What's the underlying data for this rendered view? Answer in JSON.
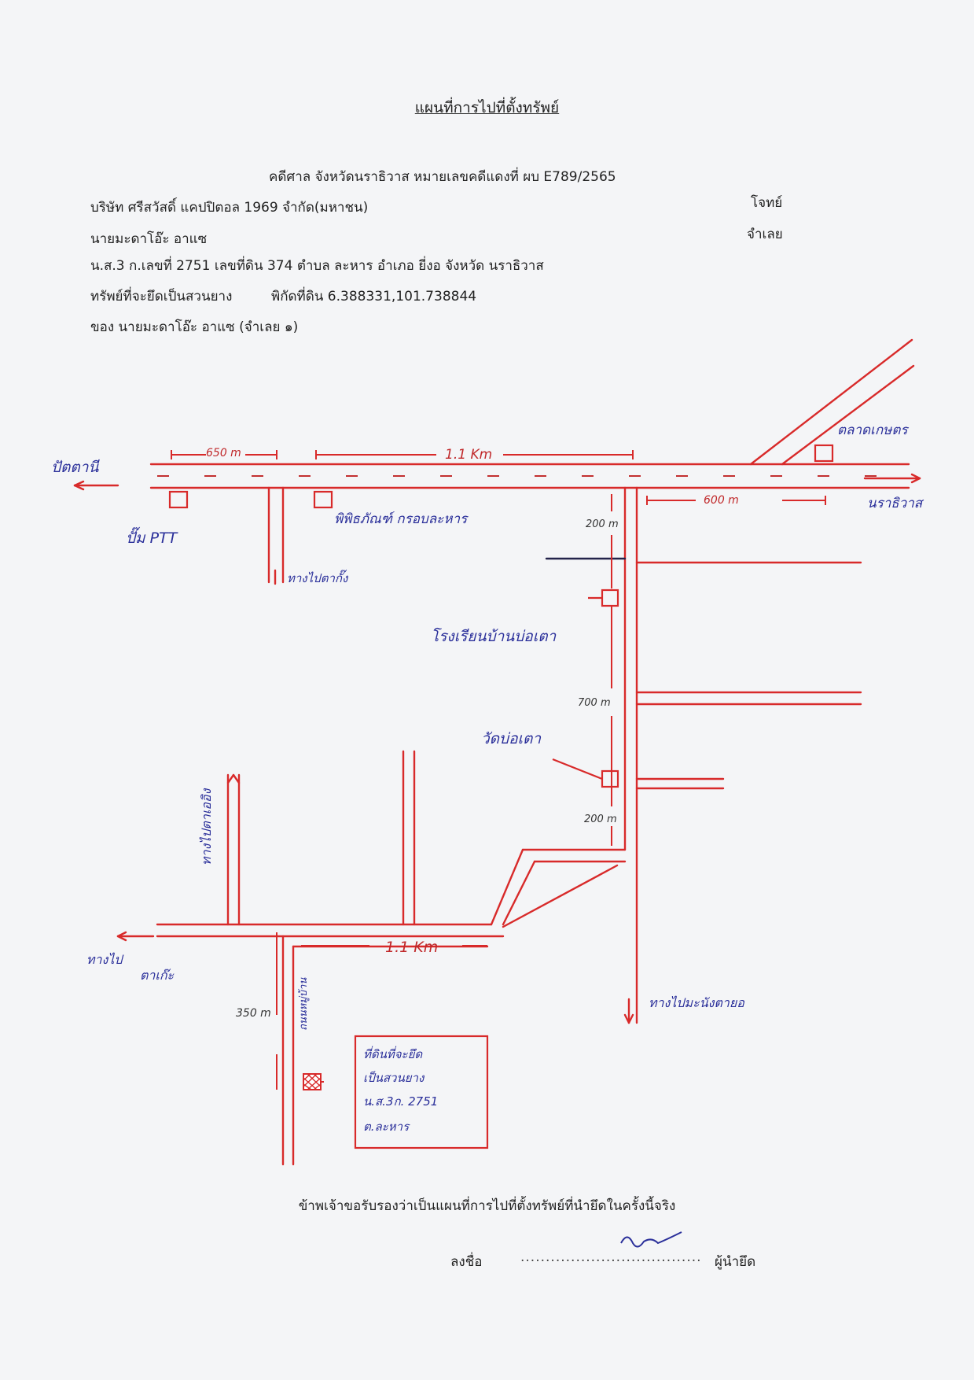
{
  "header": {
    "title": "แผนที่การไปที่ตั้งทรัพย์",
    "case_line": "คดีศาล จังหวัดนราธิวาส   หมายเลขคดีแดงที่  ผบ E789/2565",
    "plaintiff": "บริษัท ศรีสวัสดิ์ แคปปิตอล 1969 จำกัด(มหาชน)",
    "plaintiff_role": "โจทย์",
    "defendant": "นายมะดาโอ๊ะ  อาแซ",
    "defendant_role": "จำเลย",
    "deed_line": "น.ส.3 ก.เลขที่ 2751  เลขที่ดิน 374  ตำบล ละหาร  อำเภอ ยี่งอ  จังหวัด นราธิวาส",
    "asset_label": "ทรัพย์ที่จะยึดเป็นสวนยาง",
    "asset_coord": "พิกัดที่ดิน  6.388331,101.738844",
    "owner_line": "ของ  นายมะดาโอ๊ะ  อาแซ   (จำเลย  ๑)"
  },
  "map": {
    "labels": {
      "to_pattani": "ปัตตานี",
      "to_narathiwat": "นราธิวาส",
      "market": "ตลาดเกษตร",
      "ptt": "ปั๊ม PTT",
      "museum": "พิพิธภัณฑ์ กรอบละหาร",
      "to_rd_top": "ทางไปตากั๊ง",
      "school": "โรงเรียนบ้านบ่อเตา",
      "temple": "วัดบ่อเตา",
      "to_rd_left_vert": "ทางไปตาเออิง",
      "to_rd_bottom_left_1": "ทางไป",
      "to_rd_bottom_left_2": "ตาเก๊ะ",
      "to_rd_bottom_right": "ทางไปมะนังตายอ",
      "village_road": "ถนนหมู่บ้าน",
      "note_1": "ที่ดินที่จะยึด",
      "note_2": "เป็นสวนยาง",
      "note_3": "น.ส.3ก. 2751",
      "note_4": "ต.ละหาร"
    },
    "distances": {
      "d650": "650 m",
      "d1_1top": "1.1 Km",
      "d600": "600 m",
      "d200a": "200 m",
      "d700": "700 m",
      "d200b": "200 m",
      "d1_1bottom": "1.1 Km",
      "d350": "350 m"
    },
    "colors": {
      "road": "#d82a2a",
      "ink": "#2a2f9a"
    }
  },
  "footer": {
    "certify": "ข้าพเจ้าขอรับรองว่าเป็นแผนที่การไปที่ตั้งทรัพย์ที่นำยึดในครั้งนี้จริง",
    "sign_label": "ลงชื่อ",
    "sign_dots": "....................................",
    "sign_role": "ผู้นำยึด"
  }
}
